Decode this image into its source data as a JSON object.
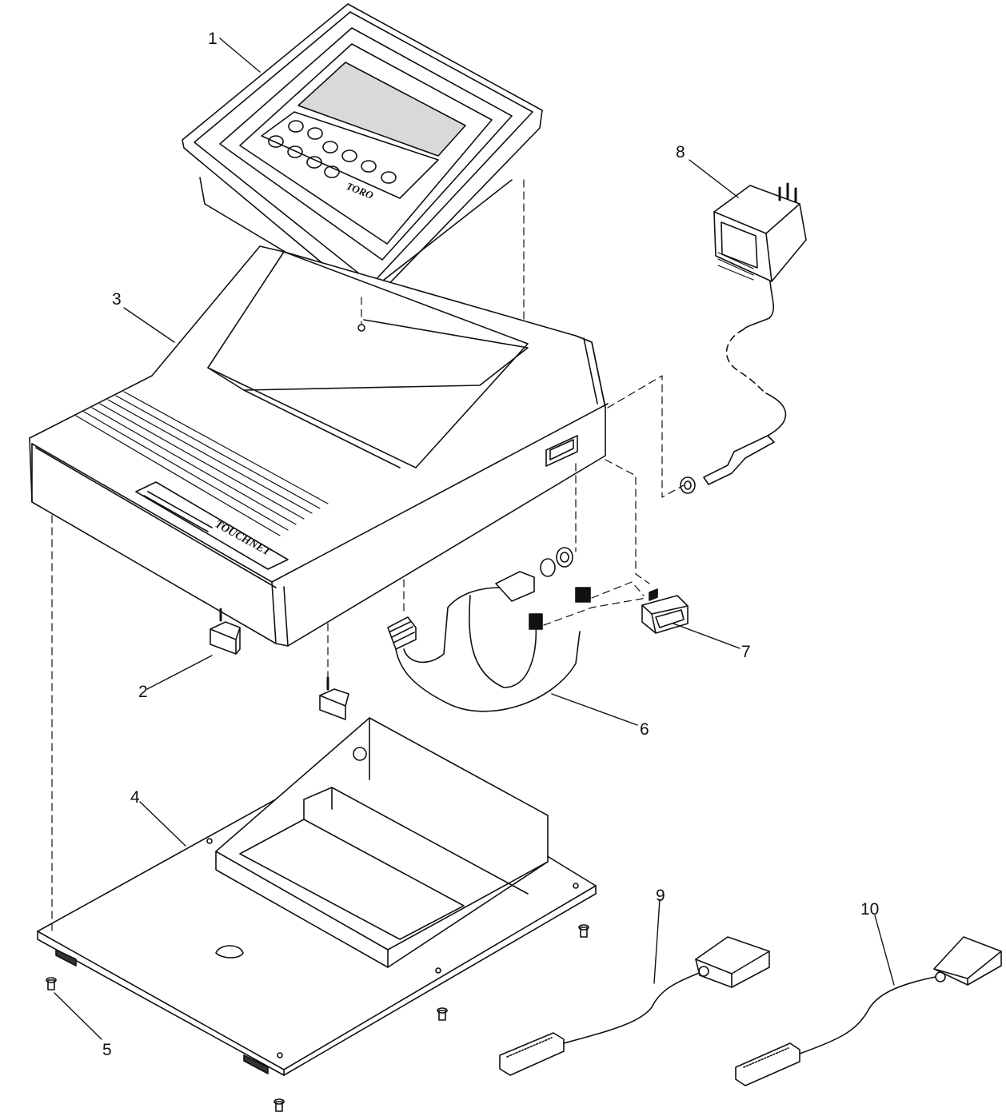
{
  "diagram": {
    "callouts": [
      {
        "id": "1",
        "label": "1"
      },
      {
        "id": "2",
        "label": "2"
      },
      {
        "id": "3",
        "label": "3"
      },
      {
        "id": "4",
        "label": "4"
      },
      {
        "id": "5",
        "label": "5"
      },
      {
        "id": "6",
        "label": "6"
      },
      {
        "id": "7",
        "label": "7"
      },
      {
        "id": "8",
        "label": "8"
      },
      {
        "id": "9",
        "label": "9"
      },
      {
        "id": "10",
        "label": "10"
      }
    ],
    "brand_marks": {
      "panel_logo": "TORO",
      "housing_logo": "TOUCHNET"
    },
    "colors": {
      "line": "#111111",
      "screen": "#d9d9d9",
      "background": "#ffffff"
    }
  }
}
